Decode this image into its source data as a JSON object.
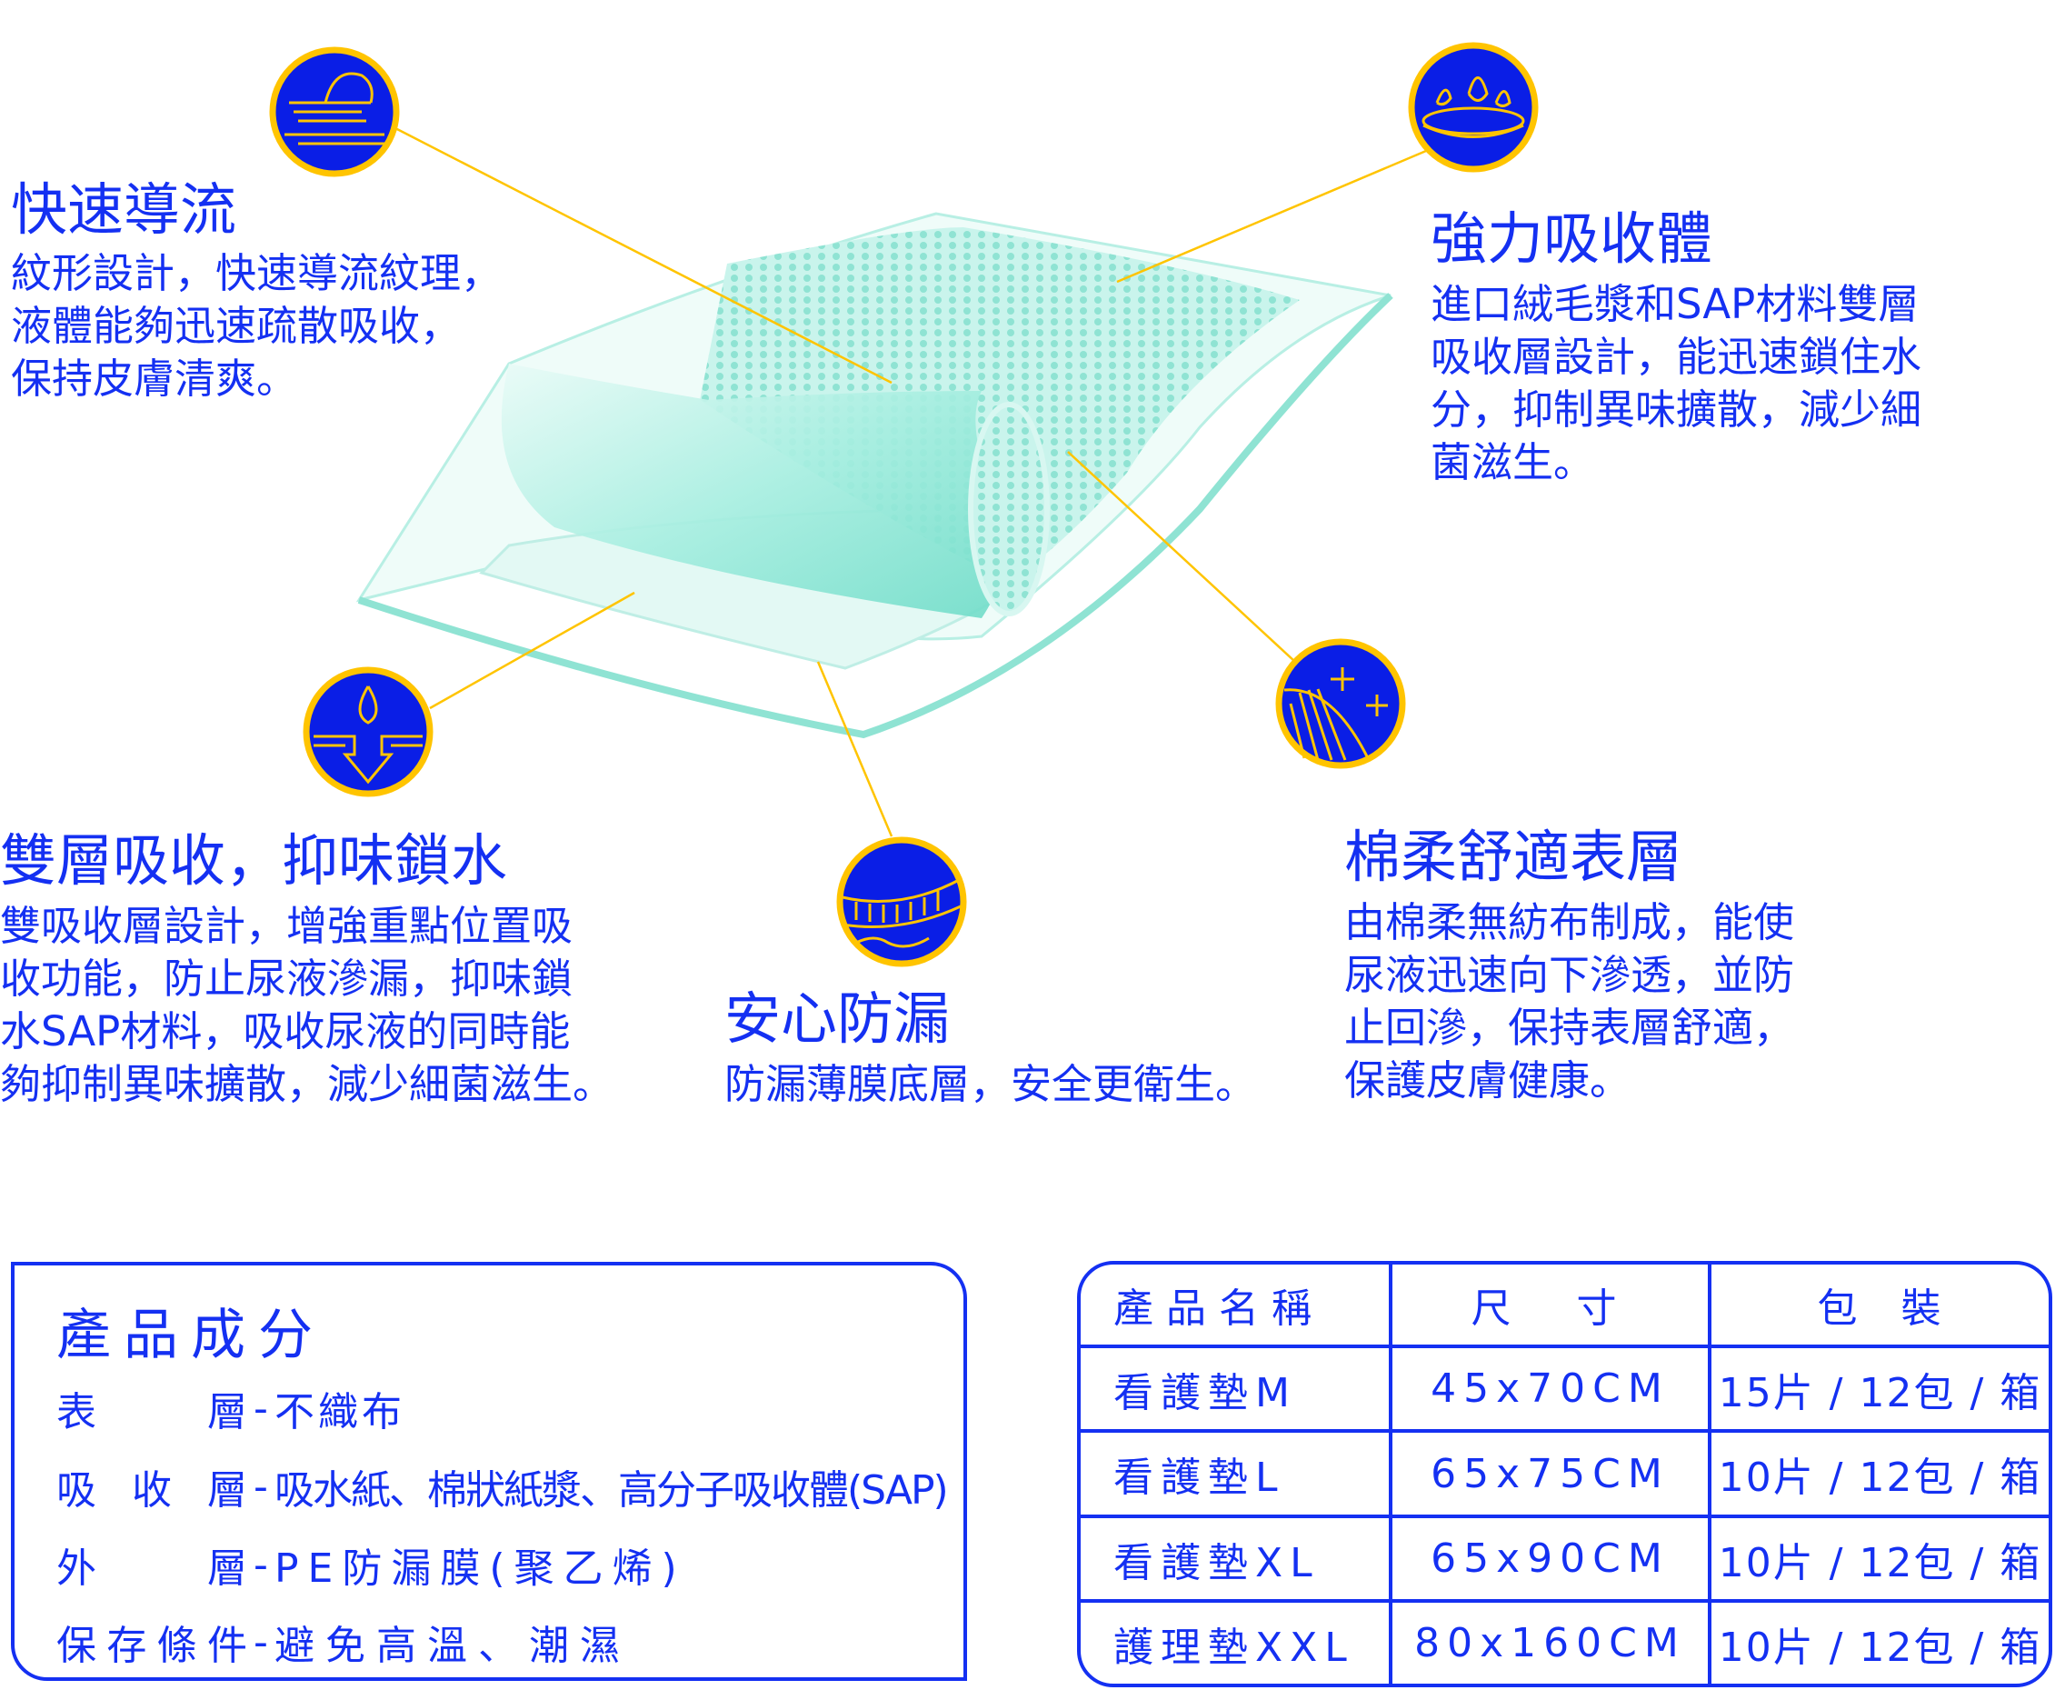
{
  "colors": {
    "brand_blue": "#1430f2",
    "icon_blue": "#0a1ee6",
    "accent_yellow": "#ffc400",
    "pad_mint": "#7fe6d4"
  },
  "features": [
    {
      "icon": "fast-flow-texture-icon",
      "title": "快速導流",
      "lines": [
        "紋形設計，快速導流紋理，",
        "液體能夠迅速疏散吸收，",
        "保持皮膚清爽。"
      ]
    },
    {
      "icon": "water-drops-absorb-icon",
      "title": "強力吸收體",
      "lines": [
        "進口絨毛漿和SAP材料雙層",
        "吸收層設計，能迅速鎖住水",
        "分，抑制異味擴散，減少細",
        "菌滋生。"
      ]
    },
    {
      "icon": "drop-lock-icon",
      "title": "雙層吸收，抑味鎖水",
      "lines": [
        "雙吸收層設計，增強重點位置吸",
        "收功能，防止尿液滲漏，抑味鎖",
        "水SAP材料，吸收尿液的同時能",
        "夠抑制異味擴散，減少細菌滋生。"
      ]
    },
    {
      "icon": "leak-proof-layer-icon",
      "title": "安心防漏",
      "lines": [
        "防漏薄膜底層，安全更衛生。"
      ]
    },
    {
      "icon": "soft-surface-sparkle-icon",
      "title": "棉柔舒適表層",
      "lines": [
        "由棉柔無紡布制成，能使",
        "尿液迅速向下滲透，並防",
        "止回滲，保持表層舒適，",
        "保護皮膚健康。"
      ]
    }
  ],
  "composition": {
    "title": "產品成分",
    "rows": [
      {
        "label": "表層",
        "value": "不織布"
      },
      {
        "label": "吸收層",
        "value": "吸水紙、棉狀紙漿、高分子吸收體(SAP)"
      },
      {
        "label": "外層",
        "value": "PE防漏膜(聚乙烯)"
      },
      {
        "label": "保存條件",
        "value": "避免高溫、潮濕"
      }
    ],
    "separator": "-"
  },
  "spec_table": {
    "headers": [
      "產品名稱",
      "尺　寸",
      "包　裝"
    ],
    "rows": [
      [
        "看護墊M",
        "45x70CM",
        "15片 / 12包 / 箱"
      ],
      [
        "看護墊L",
        "65x75CM",
        "10片 / 12包 / 箱"
      ],
      [
        "看護墊XL",
        "65x90CM",
        "10片 / 12包 / 箱"
      ],
      [
        "護理墊XXL",
        "80x160CM",
        "10片 / 12包 / 箱"
      ]
    ]
  }
}
